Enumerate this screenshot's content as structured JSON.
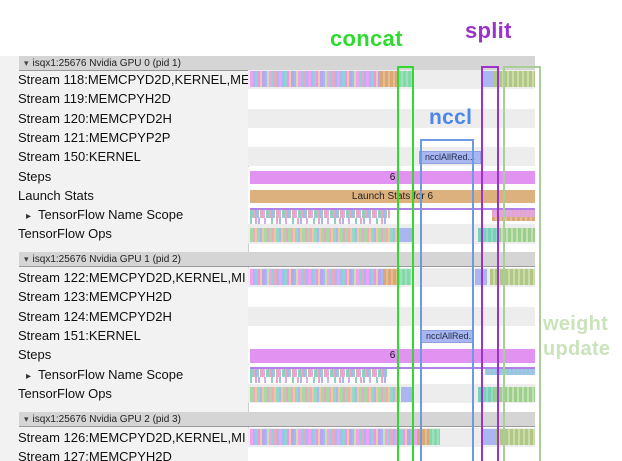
{
  "annotations": {
    "concat": "concat",
    "split": "split",
    "nccl": "nccl",
    "weight_update_line1": "weight",
    "weight_update_line2": "update",
    "colors": {
      "concat": "#2edb2e",
      "split": "#9a33cc",
      "nccl": "#4b86e8",
      "nccl_box": "#6f9ae0",
      "weight_update_text": "#cbe3ba",
      "weight_update_box": "#a9cf98"
    }
  },
  "icons": {
    "expanded": "▾",
    "collapsed": "▸"
  },
  "event_colors": {
    "steps": "#e293f2",
    "launch_stats": "#ddb17e",
    "nccl_kernel_fill": "#a9b6ef"
  },
  "sections": [
    {
      "header": "isqx1:25676 Nvidia GPU 0 (pid 1)",
      "rows": [
        {
          "label": "Stream 118:MEMCPYD2D,KERNEL,ME"
        },
        {
          "label": "Stream 119:MEMCPYH2D"
        },
        {
          "label": "Stream 120:MEMCPYD2H"
        },
        {
          "label": "Stream 121:MEMCPYP2P"
        },
        {
          "label": "Stream 150:KERNEL"
        },
        {
          "label": "Steps"
        },
        {
          "label": "Launch Stats"
        },
        {
          "label": "TensorFlow Name Scope"
        },
        {
          "label": "TensorFlow Ops"
        }
      ],
      "events": {
        "steps": "6",
        "launch_stats": "Launch Stats for 6",
        "nccl_kernel": "ncclAllRed..."
      }
    },
    {
      "header": "isqx1:25676 Nvidia GPU 1 (pid 2)",
      "rows": [
        {
          "label": "Stream 122:MEMCPYD2D,KERNEL,MI"
        },
        {
          "label": "Stream 123:MEMCPYH2D"
        },
        {
          "label": "Stream 124:MEMCPYD2H"
        },
        {
          "label": "Stream 151:KERNEL"
        },
        {
          "label": "Steps"
        },
        {
          "label": "TensorFlow Name Scope"
        },
        {
          "label": "TensorFlow Ops"
        }
      ],
      "events": {
        "steps": "6",
        "nccl_kernel": "ncclAllRed..."
      }
    },
    {
      "header": "isqx1:25676 Nvidia GPU 2 (pid 3)",
      "rows": [
        {
          "label": "Stream 126:MEMCPYD2D,KERNEL,MI"
        },
        {
          "label": "Stream 127:MEMCPYH2D"
        }
      ]
    }
  ]
}
